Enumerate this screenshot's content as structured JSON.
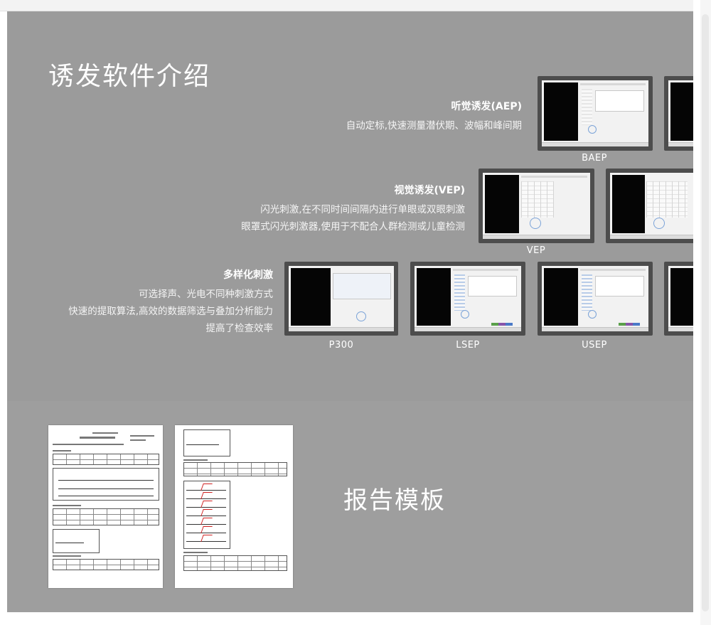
{
  "section": {
    "title": "诱发软件介绍",
    "report_title": "报告模板"
  },
  "features": [
    {
      "title": "听觉诱发(AEP)",
      "lines": [
        "自动定标,快速测量潜伏期、波幅和峰间期"
      ]
    },
    {
      "title": "视觉诱发(VEP)",
      "lines": [
        "闪光刺激,在不同时间间隔内进行单眼或双眼刺激",
        "眼罩式闪光刺激器,使用于不配合人群检测或儿童检测"
      ]
    },
    {
      "title": "多样化刺激",
      "lines": [
        "可选择声、光电不同种刺激方式",
        "快速的提取算法,高效的数据筛选与叠加分析能力",
        "提高了检查效率"
      ]
    }
  ],
  "screenshots": {
    "baep": "BAEP",
    "vep": "VEP",
    "p300": "P300",
    "lsep": "LSEP",
    "usep": "USEP"
  },
  "colors": {
    "panel": "#9b9b9b",
    "frame": "#4d4d4d",
    "text": "#ffffff"
  }
}
